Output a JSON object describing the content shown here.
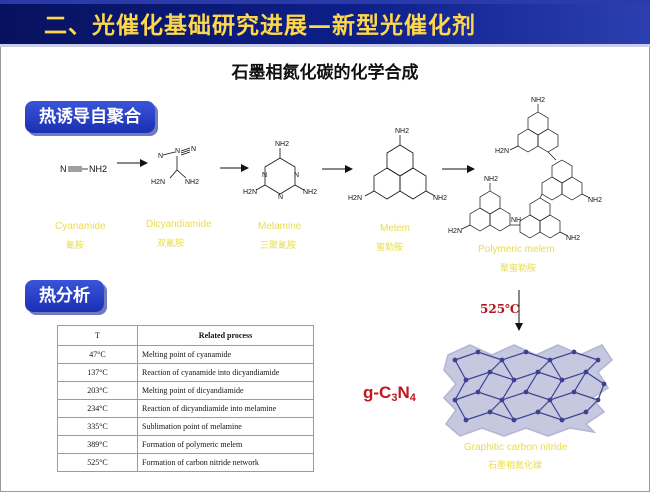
{
  "header": {
    "title": "二、光催化基础研究进展—新型光催化剂"
  },
  "subtitle": "石墨相氮化碳的化学合成",
  "sections": {
    "thermal_poly": "热诱导自聚合",
    "thermal_analysis": "热分析"
  },
  "chem": {
    "N": "N",
    "NH2": "NH2",
    "H2N": "H2N",
    "NH": "NH"
  },
  "compounds": [
    {
      "en": "Cyanamide",
      "cn": "氰胺"
    },
    {
      "en": "Dicyandiamide",
      "cn": "双氰胺"
    },
    {
      "en": "Melamine",
      "cn": "三聚氰胺"
    },
    {
      "en": "Melem",
      "cn": "蜜勒胺"
    },
    {
      "en": "Polymeric melem",
      "cn": "聚蜜勒胺"
    },
    {
      "en": "Graphitic carbon nitride",
      "cn": "石墨相氮化碳"
    }
  ],
  "temperature_label": "525℃",
  "product": {
    "g": "g-C",
    "sub3": "3",
    "n": "N",
    "sub4": "4"
  },
  "table": {
    "headers": [
      "T",
      "Related process"
    ],
    "rows": [
      {
        "t": "47°C",
        "process": "Melting point of cyanamide"
      },
      {
        "t": "137°C",
        "process": "Reaction of cyanamide into dicyandiamide"
      },
      {
        "t": "203°C",
        "process": "Melting point of dicyandiamide"
      },
      {
        "t": "234°C",
        "process": "Reaction of dicyandiamide into melamine"
      },
      {
        "t": "335°C",
        "process": "Sublimation point of melamine"
      },
      {
        "t": "389°C",
        "process": "Formation of polymeric melem"
      },
      {
        "t": "525°C",
        "process": "Formation of carbon nitride network"
      }
    ]
  },
  "colors": {
    "header_bg": "#0d1f8a",
    "header_text": "#ffd84a",
    "section_bg": "#1a2fb3",
    "caption": "#e9dd4c",
    "accent_red": "#c4161c",
    "network": "#4a4f9a"
  }
}
